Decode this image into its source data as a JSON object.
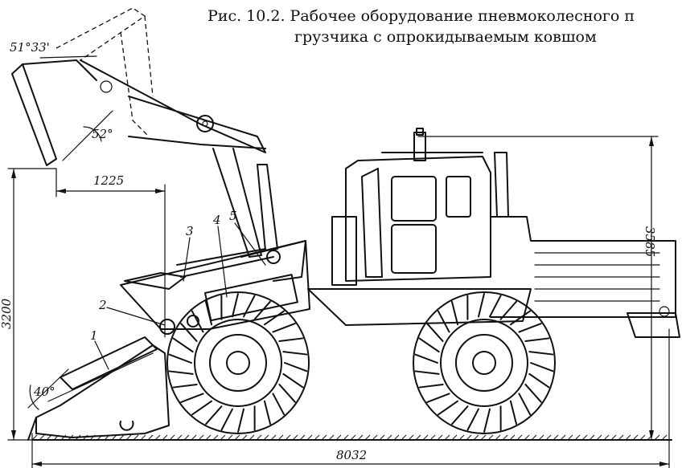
{
  "caption": {
    "line1": "Рис. 10.2. Рабочее оборудование  пневмоколесного  п",
    "line2": "грузчика с опрокидываемым ковшом"
  },
  "dimensions": {
    "total_length": "8032",
    "lift_height": "3200",
    "overall_height": "3585",
    "reach": "1225",
    "dump_angle": "52°",
    "top_angle": "51°33'",
    "bucket_angle": "40°"
  },
  "callouts": [
    "1",
    "2",
    "3",
    "4",
    "5"
  ]
}
